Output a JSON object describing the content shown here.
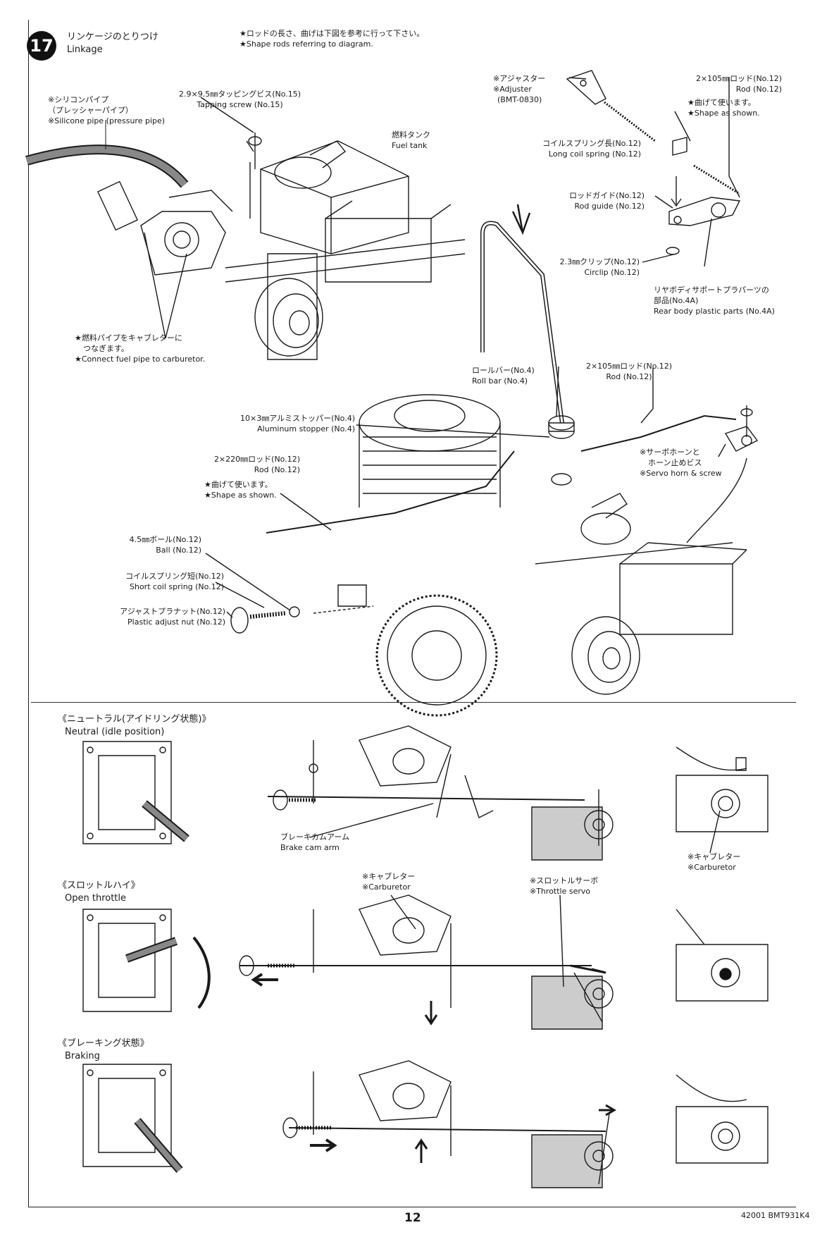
{
  "step": {
    "number": "17",
    "title_ja": "リンケージのとりつけ",
    "title_en": "Linkage"
  },
  "instruction": {
    "ja": "★ロッドの長さ、曲げは下図を参考に行って下さい。",
    "en": "★Shape rods referring to diagram."
  },
  "top_labels": {
    "silicone_pipe": {
      "ja1": "※シリコンパイプ",
      "ja2": "（プレッシャーパイプ）",
      "en": "※Silicone pipe (pressure pipe)"
    },
    "tapping_screw": {
      "ja": "2.9×9.5㎜タッピングビス(No.15)",
      "en": "Tapping screw (No.15)"
    },
    "fuel_tank": {
      "ja": "燃料タンク",
      "en": "Fuel tank"
    },
    "connect_fuel": {
      "ja1": "★燃料パイプをキャブレターに",
      "ja2": "つなぎます。",
      "en": "★Connect fuel pipe to carburetor."
    },
    "adjuster": {
      "ja": "※アジャスター",
      "en1": "※Adjuster",
      "en2": "(BMT-0830)"
    },
    "rod_105_top": {
      "ja": "2×105㎜ロッド(No.12)",
      "en": "Rod (No.12)",
      "note_ja": "★曲げて使います。",
      "note_en": "★Shape as shown."
    },
    "long_coil": {
      "ja": "コイルスプリング長(No.12)",
      "en": "Long coil spring (No.12)"
    },
    "rod_guide": {
      "ja": "ロッドガイド(No.12)",
      "en": "Rod guide (No.12)"
    },
    "circlip": {
      "ja": "2.3㎜クリップ(No.12)",
      "en": "Circlip (No.12)"
    },
    "rear_body": {
      "ja1": "リヤボディサポートプラパーツの",
      "ja2": "部品(No.4A)",
      "en": "Rear body plastic parts (No.4A)"
    },
    "roll_bar": {
      "ja": "ロールバー(No.4)",
      "en": "Roll bar (No.4)"
    },
    "rod_105_mid": {
      "ja": "2×105㎜ロッド(No.12)",
      "en": "Rod (No.12)"
    },
    "alu_stopper": {
      "ja": "10×3㎜アルミストッパー(No.4)",
      "en": "Aluminum stopper (No.4)"
    },
    "servo_horn": {
      "ja1": "※サーボホーンと",
      "ja2": "ホーン止めビス",
      "en": "※Servo horn & screw"
    },
    "rod_220": {
      "ja": "2×220㎜ロッド(No.12)",
      "en": "Rod (No.12)",
      "note_ja": "★曲げて使います。",
      "note_en": "★Shape as shown."
    },
    "ball": {
      "ja": "4.5㎜ボール(No.12)",
      "en": "Ball (No.12)"
    },
    "short_coil": {
      "ja": "コイルスプリング短(No.12)",
      "en": "Short coil spring (No.12)"
    },
    "adjust_nut": {
      "ja": "アジャストプラナット(No.12)",
      "en": "Plastic adjust nut (No.12)"
    }
  },
  "states": {
    "neutral": {
      "ja": "《ニュートラル(アイドリング状態)》",
      "en": "Neutral (idle position)"
    },
    "open": {
      "ja": "《スロットルハイ》",
      "en": "Open throttle"
    },
    "braking": {
      "ja": "《ブレーキング状態》",
      "en": "Braking"
    }
  },
  "bottom_labels": {
    "brake_cam": {
      "ja": "ブレーキカムアーム",
      "en": "Brake cam arm"
    },
    "carburetor_right": {
      "ja": "※キャブレター",
      "en": "※Carburetor"
    },
    "carburetor_mid": {
      "ja": "※キャブレター",
      "en": "※Carburetor"
    },
    "throttle_servo": {
      "ja": "※スロットルサーボ",
      "en": "※Throttle servo"
    }
  },
  "footer": {
    "page_number": "12",
    "doc_code": "42001 BMT931K4"
  },
  "colors": {
    "ink": "#1a1a1a",
    "shade": "#8a8a8a",
    "paper": "#ffffff"
  }
}
